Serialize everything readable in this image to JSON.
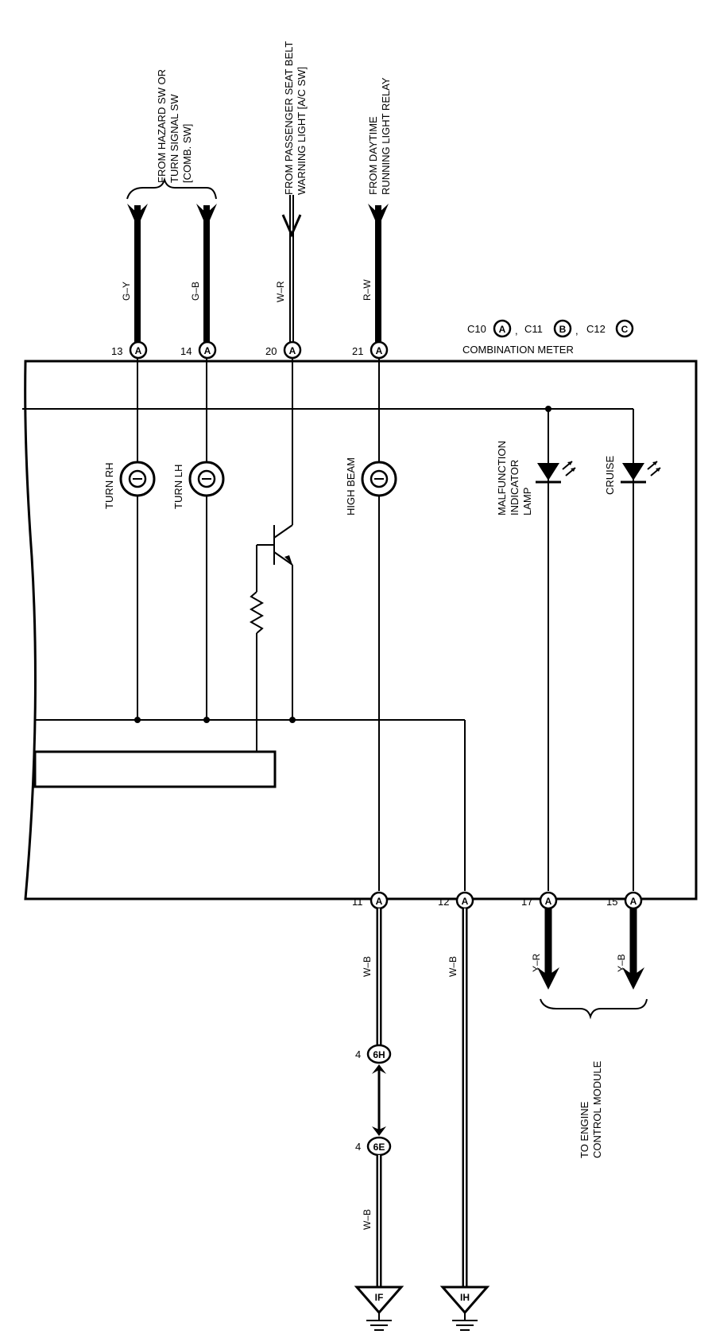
{
  "title": "COMBINATION METER",
  "connectors": {
    "c10": "C10",
    "c11": "C11",
    "c12": "C12",
    "a": "A",
    "b": "B",
    "c": "C",
    "sep": ","
  },
  "sources": {
    "hazard_l1": "FROM HAZARD SW OR",
    "hazard_l2": "TURN SIGNAL SW",
    "hazard_l3": "[COMB. SW]",
    "seatbelt_l1": "FROM PASSENGER SEAT BELT",
    "seatbelt_l2": "WARNING LIGHT [A/C SW]",
    "drl_l1": "FROM DAYTIME",
    "drl_l2": "RUNNING LIGHT RELAY"
  },
  "top_wires": [
    {
      "pin": "13",
      "color": "G–Y"
    },
    {
      "pin": "14",
      "color": "G–B"
    },
    {
      "pin": "20",
      "color": "W–R"
    },
    {
      "pin": "21",
      "color": "R–W"
    }
  ],
  "bottom_wires": [
    {
      "pin": "11",
      "color": "W–B"
    },
    {
      "pin": "12",
      "color": "W–B"
    },
    {
      "pin": "17",
      "color": "Y–R"
    },
    {
      "pin": "15",
      "color": "Y–B"
    }
  ],
  "components": {
    "turn_rh": "TURN RH",
    "turn_lh": "TURN LH",
    "high_beam": "HIGH BEAM",
    "mil_l1": "MALFUNCTION",
    "mil_l2": "INDICATOR",
    "mil_l3": "LAMP",
    "cruise": "CRUISE"
  },
  "junctions": {
    "j6h_pin": "4",
    "j6h": "6H",
    "j6e_pin": "4",
    "j6e": "6E",
    "lower_wire": "W–B"
  },
  "grounds": {
    "if": "IF",
    "ih": "IH"
  },
  "ecm": {
    "l1": "TO ENGINE",
    "l2": "CONTROL MODULE"
  }
}
